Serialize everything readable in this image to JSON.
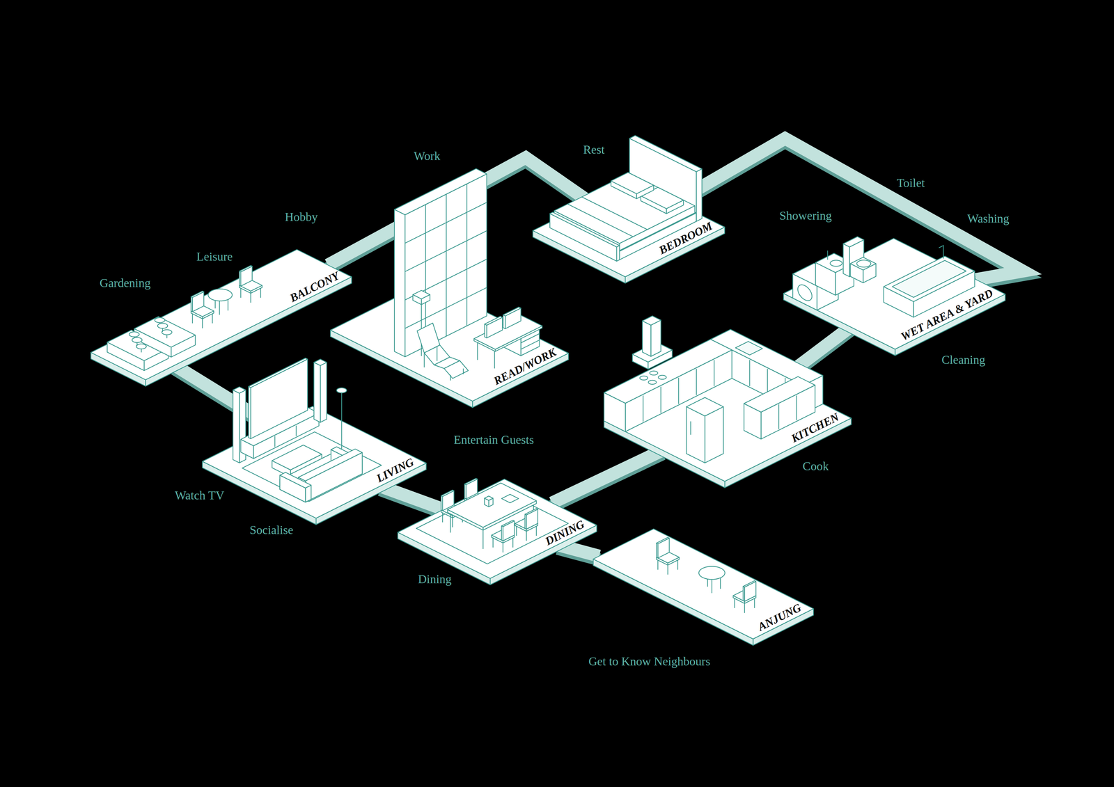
{
  "diagram": {
    "nodes": [
      {
        "text": [
          "BALCONY"
        ]
      },
      {
        "text": [
          "READ/WORK"
        ]
      },
      {
        "text": [
          "BEDROOM"
        ]
      },
      {
        "text": [
          "WET AREA & YARD"
        ]
      },
      {
        "text": [
          "KITCHEN"
        ]
      },
      {
        "text": [
          "LIVING"
        ]
      },
      {
        "text": [
          "DINING"
        ]
      },
      {
        "text": [
          "ANJUNG"
        ]
      }
    ],
    "edges": [
      {
        "from": 0,
        "to": 2,
        "arrow": "none"
      },
      {
        "from": 2,
        "to": 3,
        "arrow": "none"
      },
      {
        "from": 3,
        "to": 4,
        "arrow": "none"
      },
      {
        "from": 4,
        "to": 6,
        "arrow": "none"
      },
      {
        "from": 6,
        "to": 7,
        "arrow": "none"
      },
      {
        "from": 5,
        "to": 6,
        "arrow": "none"
      },
      {
        "from": 0,
        "to": 5,
        "arrow": "none"
      }
    ],
    "labels": [
      "Work",
      "Rest",
      "Hobby",
      "Leisure",
      "Gardening",
      "Showering",
      "Toilet",
      "Washing",
      "Cleaning",
      "Cook",
      "Entertain Guests",
      "Watch TV",
      "Socialise",
      "Dining",
      "Get to Know Neighbours"
    ]
  }
}
